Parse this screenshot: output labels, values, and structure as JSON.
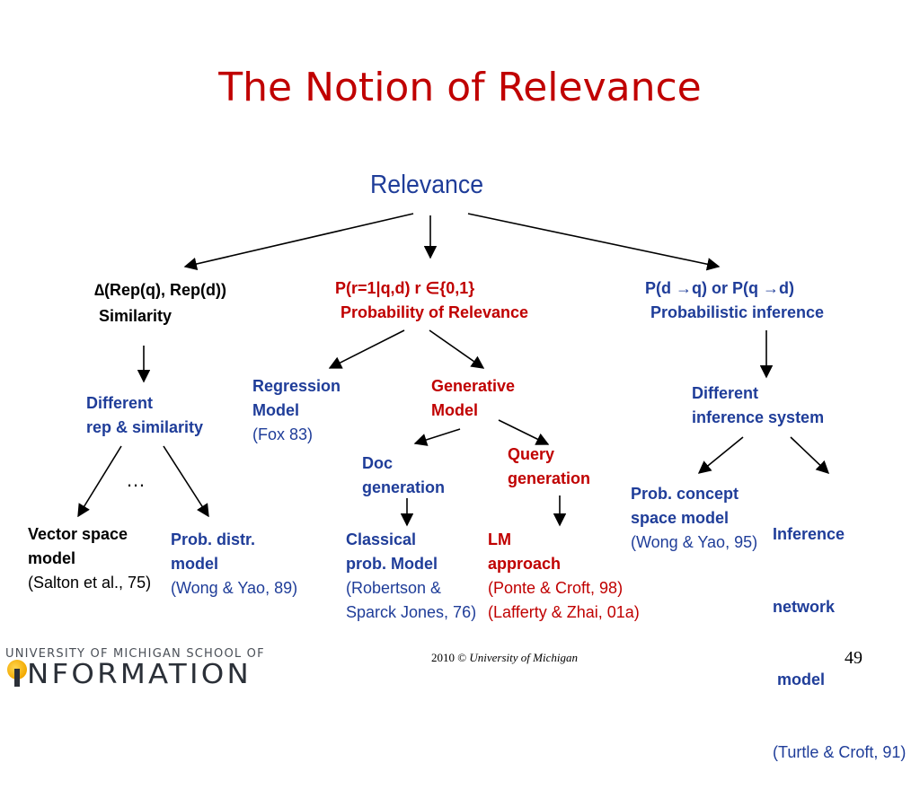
{
  "slide": {
    "title": "The Notion of Relevance",
    "root": "Relevance",
    "branches": {
      "similarity": {
        "formula": "∆(Rep(q), Rep(d))",
        "label": "Similarity"
      },
      "probability": {
        "formula": "P(r=1|q,d)   r ∈{0,1}",
        "label": "Probability of Relevance"
      },
      "inference": {
        "formula": "P(d →q) or P(q →d)",
        "label": "Probabilistic inference"
      }
    },
    "nodes": {
      "different_rep": [
        "Different",
        "rep &  similarity"
      ],
      "ellipsis": "…",
      "vector_space": {
        "lines": [
          "Vector space",
          "model"
        ],
        "cite": "(Salton et al., 75)"
      },
      "prob_distr": {
        "lines": [
          "Prob. distr.",
          "model"
        ],
        "cite": "(Wong & Yao, 89)"
      },
      "regression": {
        "lines": [
          "Regression",
          "Model"
        ],
        "cite": "(Fox 83)"
      },
      "generative": [
        "Generative",
        "Model"
      ],
      "doc_generation": [
        "Doc",
        "generation"
      ],
      "query_generation": [
        "Query",
        "generation"
      ],
      "classical": {
        "lines": [
          "Classical",
          "prob. Model"
        ],
        "cite": [
          "(Robertson &",
          "Sparck Jones, 76)"
        ]
      },
      "lm_approach": {
        "lines": [
          "LM",
          "approach"
        ],
        "cite": [
          "(Ponte & Croft, 98)",
          "(Lafferty & Zhai, 01a)"
        ]
      },
      "different_inference": [
        "Different",
        "inference system"
      ],
      "prob_concept": {
        "lines": [
          "Prob. concept",
          "space model"
        ],
        "cite": "(Wong & Yao, 95)"
      },
      "inference_network": {
        "lines": [
          "Inference",
          "network",
          " model"
        ],
        "cite": "(Turtle & Croft, 91)"
      }
    }
  },
  "footer": {
    "year": "2010",
    "copyright_symbol": "©",
    "org": "University of Michigan",
    "page_number": "49",
    "logo_line1": "UNIVERSITY OF MICHIGAN SCHOOL OF",
    "logo_line2": "NFORMATION"
  },
  "colors": {
    "title": "#c00000",
    "navy": "#1f3d99",
    "red": "#c00000",
    "black": "#000000"
  }
}
